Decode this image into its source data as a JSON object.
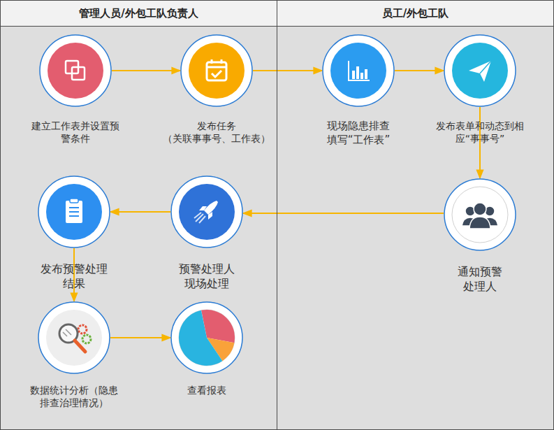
{
  "diagram": {
    "nodes": [
      {
        "text": [
          "管理人员/外包工队负责人"
        ]
      },
      {
        "text": [
          "员工/外包工队"
        ]
      },
      {
        "text": [
          "建立工作表并设置预 警条件"
        ],
        "in": 0
      },
      {
        "text": [
          "发布任务 （关联事事号、工作表）"
        ],
        "in": 0
      },
      {
        "text": [
          "现场隐患排查 填写“工作表”"
        ],
        "in": 1
      },
      {
        "text": [
          "发布表单和动态到相 应“事事号”"
        ],
        "in": 1
      },
      {
        "text": [
          "通知预警 处理人"
        ],
        "in": 1
      },
      {
        "text": [
          "预警处理人 现场处理"
        ],
        "in": 0
      },
      {
        "text": [
          "发布预警处理 结果"
        ],
        "in": 0
      },
      {
        "text": [
          "数据统计分析（隐患 排查治理情况）"
        ],
        "in": 0
      },
      {
        "text": [
          "查看报表"
        ],
        "in": 0
      }
    ],
    "edges": [
      {
        "from": 2,
        "to": 3,
        "arrow": "to"
      },
      {
        "from": 3,
        "to": 4,
        "arrow": "to"
      },
      {
        "from": 4,
        "to": 5,
        "arrow": "to"
      },
      {
        "from": 5,
        "to": 6,
        "arrow": "to"
      },
      {
        "from": 6,
        "to": 7,
        "arrow": "to"
      },
      {
        "from": 7,
        "to": 8,
        "arrow": "to"
      },
      {
        "from": 8,
        "to": 9,
        "arrow": "to"
      },
      {
        "from": 9,
        "to": 10,
        "arrow": "to"
      }
    ]
  }
}
